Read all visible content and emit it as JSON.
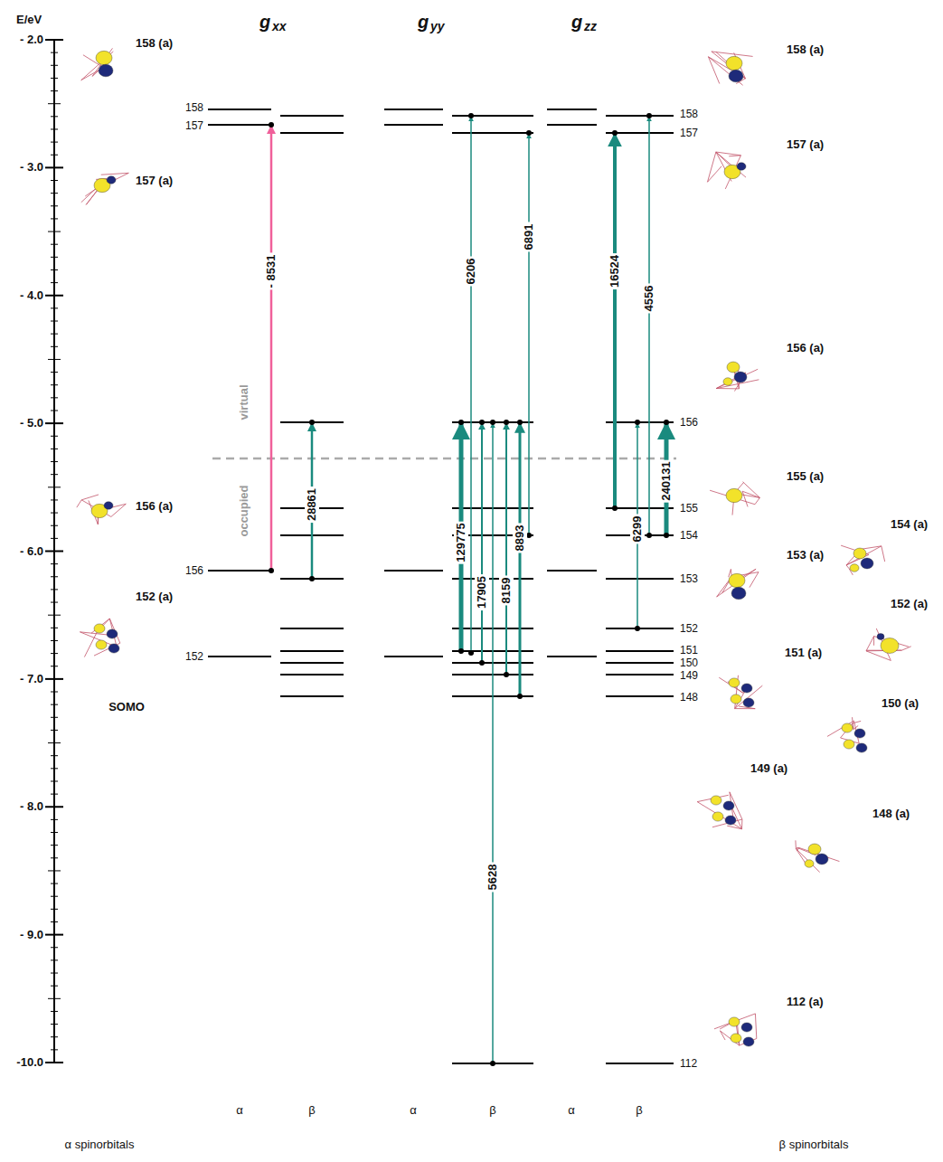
{
  "diagram": {
    "labels": [
      "E/eV",
      "g",
      "xx",
      "g",
      "yy",
      "g",
      "zz",
      "- 2.0",
      "- 3.0",
      "- 4.0",
      "- 5.0",
      "- 6.0",
      "- 7.0",
      "- 8.0",
      "- 9.0",
      "-10.0",
      "158 (a)",
      "157 (a)",
      "156 (a)",
      "152 (a)",
      "SOMO",
      "158",
      "157",
      "156",
      "152",
      "virtual",
      "occupied",
      "- 8531",
      "28861",
      "6206",
      "6891",
      "129775",
      "17905",
      "8159",
      "8893",
      "5628",
      "16524",
      "4556",
      "6299",
      "240131",
      "158",
      "157",
      "156",
      "155",
      "154",
      "153",
      "152",
      "151",
      "150",
      "149",
      "148",
      "112",
      "158 (a)",
      "157 (a)",
      "156 (a)",
      "155 (a)",
      "154 (a)",
      "153 (a)",
      "152 (a)",
      "151 (a)",
      "150 (a)",
      "149 (a)",
      "148 (a)",
      "112 (a)",
      "α",
      "β",
      "α",
      "β",
      "α",
      "β",
      "α spinorbitals",
      "β spinorbitals"
    ]
  }
}
